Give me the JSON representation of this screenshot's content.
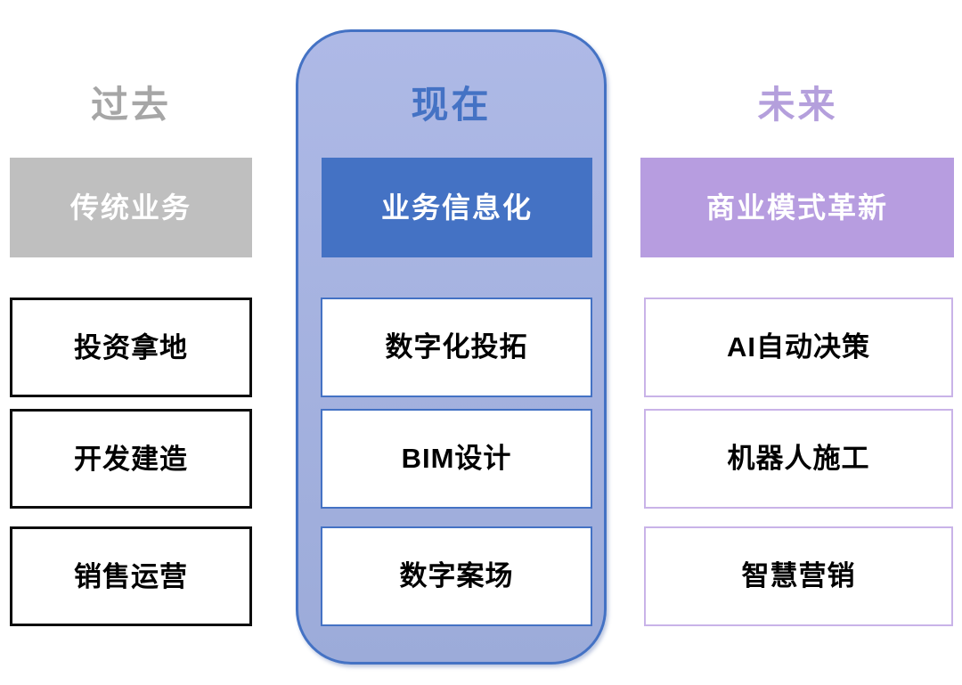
{
  "colors": {
    "past_title": "#a6a6a6",
    "past_header_bg": "#bfbfbf",
    "past_item_border": "#0d0d0d",
    "present_title": "#4472c4",
    "present_container_bg_light": "#aeb9e6",
    "present_container_bg": "#9cabd9",
    "present_container_border": "#4472c4",
    "present_header_bg": "#4472c4",
    "present_item_border": "#4472c4",
    "future_title": "#b49fdc",
    "future_header_bg": "#b79de0",
    "future_item_border": "#c9b3e8",
    "header_text": "#ffffff",
    "item_text": "#000000"
  },
  "columns": [
    {
      "id": "past",
      "title": "过去",
      "header": "传统业务",
      "items": [
        "投资拿地",
        "开发建造",
        "销售运营"
      ]
    },
    {
      "id": "present",
      "title": "现在",
      "header": "业务信息化",
      "items": [
        "数字化投拓",
        "BIM设计",
        "数字案场"
      ]
    },
    {
      "id": "future",
      "title": "未来",
      "header": "商业模式革新",
      "items": [
        "AI自动决策",
        "机器人施工",
        "智慧营销"
      ]
    }
  ]
}
